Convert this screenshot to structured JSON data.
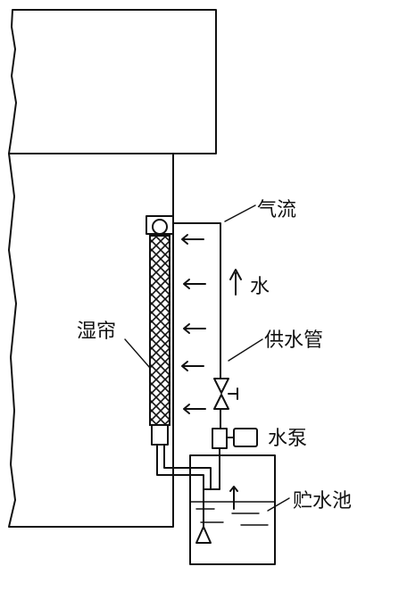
{
  "labels": {
    "airflow": "气流",
    "water": "水",
    "wet_curtain": "湿帘",
    "supply_pipe": "供水管",
    "pump": "水泵",
    "tank": "贮水池"
  }
}
